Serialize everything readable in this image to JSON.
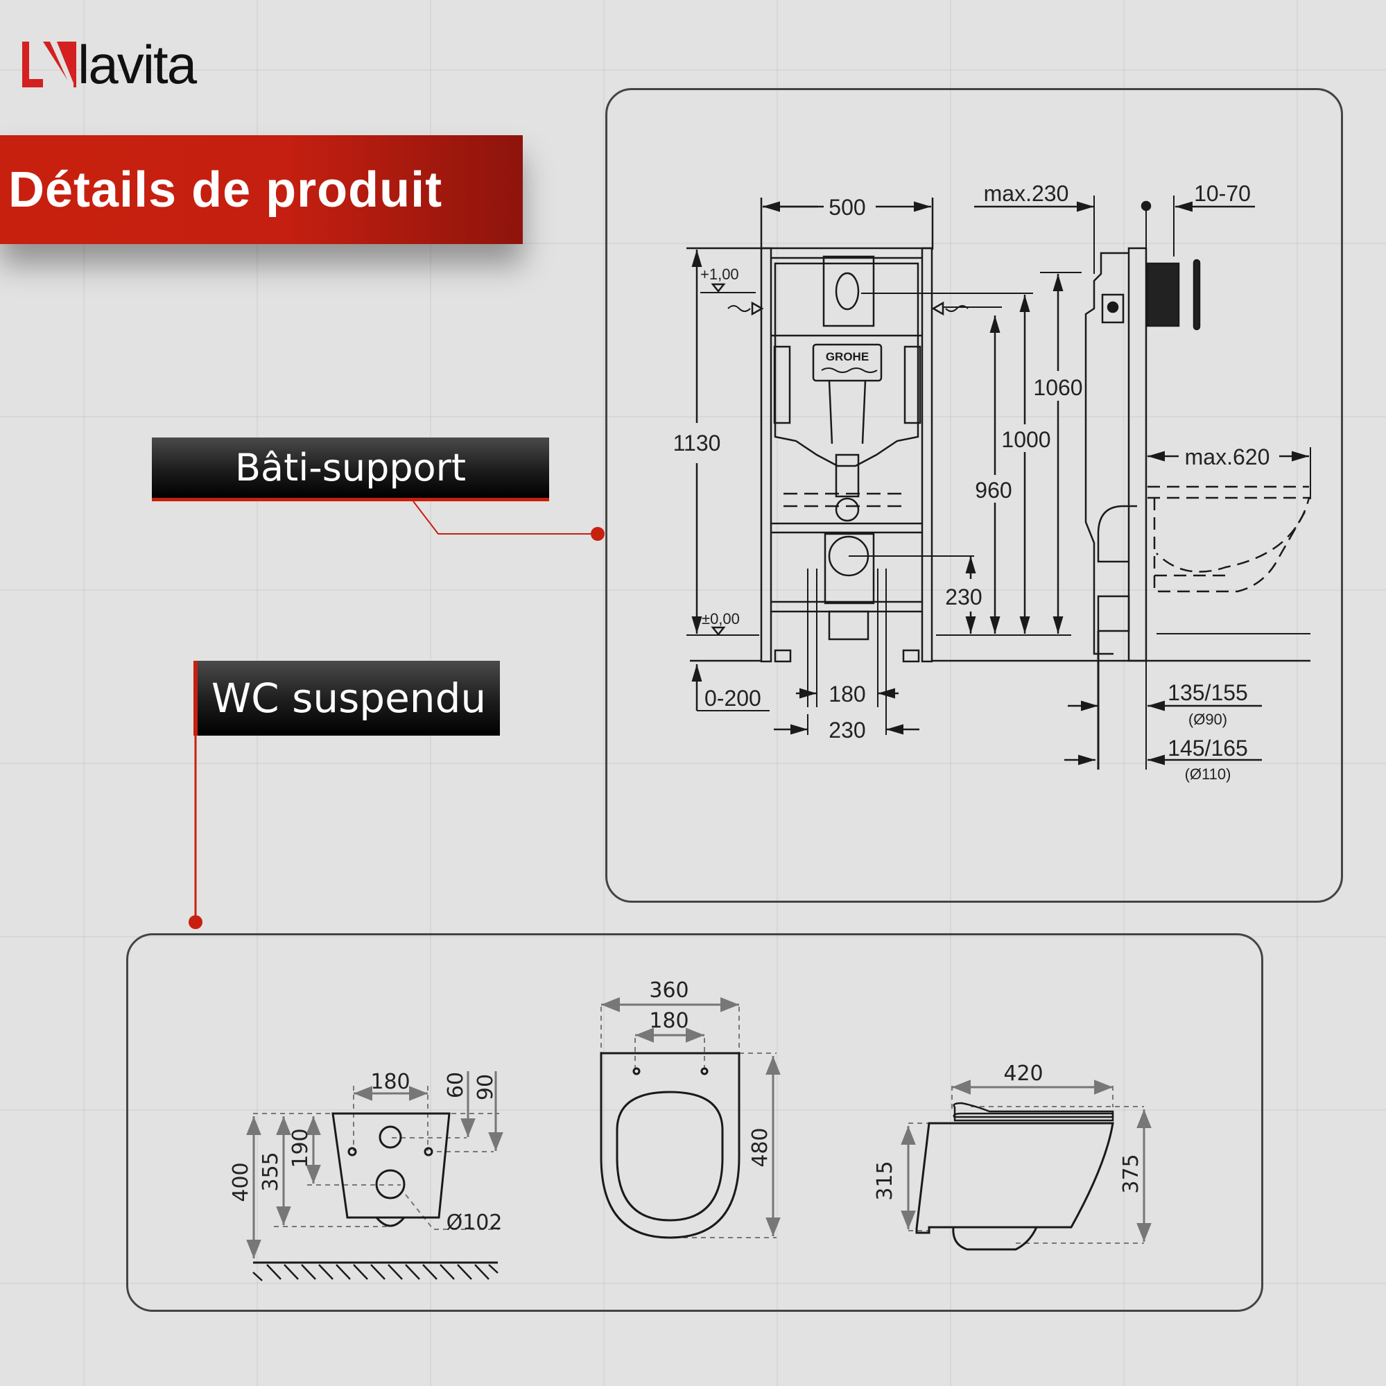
{
  "brand": {
    "name": "lavita",
    "accent": "#c8200f"
  },
  "title": "Détails de produit",
  "labels": {
    "frame": "Bâti-support",
    "wc": "WC suspendu"
  },
  "frame_drawing": {
    "manufacturer_mark": "GROHE",
    "dims": {
      "width": "500",
      "max_230": "max.230",
      "range_10_70": "10-70",
      "level_top": "+1,00",
      "level_zero": "±0,00",
      "h_1130": "1130",
      "h_1060": "1060",
      "h_1000": "1000",
      "h_960": "960",
      "h_230": "230",
      "max_620": "max.620",
      "floor_0_200": "0-200",
      "w_180": "180",
      "w_230": "230",
      "d_135_155": "135/155",
      "d_90": "(Ø90)",
      "d_145_165": "145/165",
      "d_110": "(Ø110)"
    }
  },
  "wc_drawing": {
    "rear": {
      "w_180": "180",
      "v_60": "60",
      "v_90": "90",
      "h_400": "400",
      "h_355": "355",
      "h_190": "190",
      "d_102": "Ø102"
    },
    "top": {
      "w_360": "360",
      "w_180": "180",
      "l_480": "480"
    },
    "side": {
      "l_420": "420",
      "h_315": "315",
      "h_375": "375"
    }
  }
}
